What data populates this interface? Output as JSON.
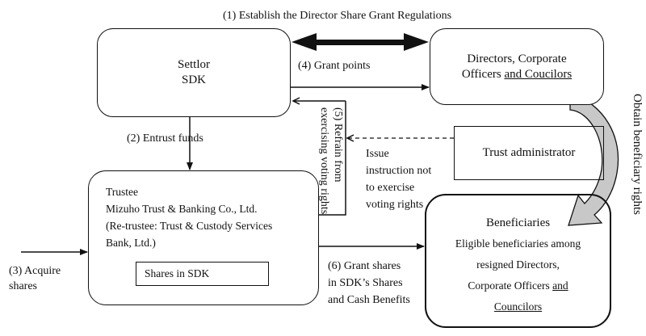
{
  "title": "Director Share Grant Trust Scheme",
  "nodes": {
    "settlor": {
      "line1": "Settlor",
      "line2": "SDK"
    },
    "directors": {
      "line1": "Directors, Corporate",
      "line2_plain": "Officers ",
      "line2_underlined": "and Coucilors"
    },
    "trust_admin": {
      "label": "Trust administrator"
    },
    "trustee": {
      "title": "Trustee",
      "line1": "Mizuho Trust & Banking Co., Ltd.",
      "line2": "(Re-trustee: Trust & Custody Services",
      "line3": "Bank, Ltd.)",
      "inner_box": "Shares in SDK"
    },
    "beneficiaries": {
      "title": "Beneficiaries",
      "line1": "Eligible beneficiaries among",
      "line2": "resigned Directors,",
      "line3_plain": "Corporate Officers ",
      "line3_underlined": "and ",
      "line4_underlined": "Councilors"
    }
  },
  "edges": {
    "step1": "(1) Establish the Director Share Grant Regulations",
    "step2": "(2) Entrust funds",
    "step3_line1": "(3) Acquire",
    "step3_line2": "shares",
    "step4": "(4) Grant points",
    "step5_line1": "(5) Refrain from",
    "step5_line2": "exercising voting rights",
    "step6_line1": "(6) Grant shares",
    "step6_line2": "in SDK’s Shares",
    "step6_line3": "and Cash Benefits",
    "instruction_line1": "Issue",
    "instruction_line2": "instruction not",
    "instruction_line3": "to exercise",
    "instruction_line4": "voting rights",
    "obtain_rights": "Obtain beneficiary rights"
  },
  "colors": {
    "line": "#111111",
    "curved_arrow_fill": "#c8c8c8"
  }
}
